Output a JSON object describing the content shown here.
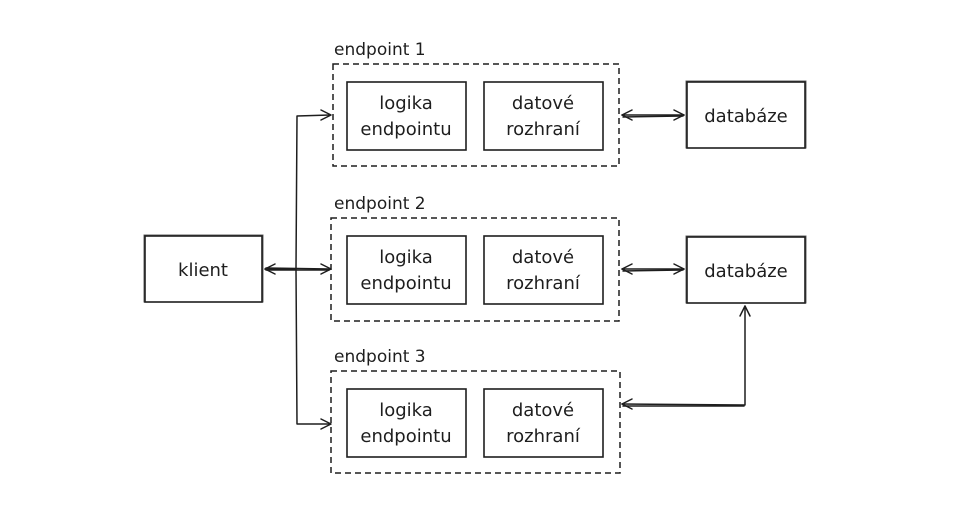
{
  "diagram": {
    "client": {
      "label": "klient"
    },
    "endpoints": [
      {
        "title": "endpoint 1",
        "logic": [
          "logika",
          "endpointu"
        ],
        "data_iface": [
          "datové",
          "rozhraní"
        ]
      },
      {
        "title": "endpoint 2",
        "logic": [
          "logika",
          "endpointu"
        ],
        "data_iface": [
          "datové",
          "rozhraní"
        ]
      },
      {
        "title": "endpoint 3",
        "logic": [
          "logika",
          "endpointu"
        ],
        "data_iface": [
          "datové",
          "rozhraní"
        ]
      }
    ],
    "databases": [
      {
        "label": "databáze"
      },
      {
        "label": "databáze"
      }
    ],
    "connections": [
      {
        "from": "klient",
        "to": "endpoint 1",
        "arrow": "both"
      },
      {
        "from": "klient",
        "to": "endpoint 2",
        "arrow": "both"
      },
      {
        "from": "klient",
        "to": "endpoint 3",
        "arrow": "both"
      },
      {
        "from": "endpoint 1",
        "to": "databáze 1",
        "arrow": "both"
      },
      {
        "from": "endpoint 2",
        "to": "databáze 2",
        "arrow": "both"
      },
      {
        "from": "endpoint 3",
        "to": "databáze 2",
        "arrow": "both"
      }
    ]
  }
}
